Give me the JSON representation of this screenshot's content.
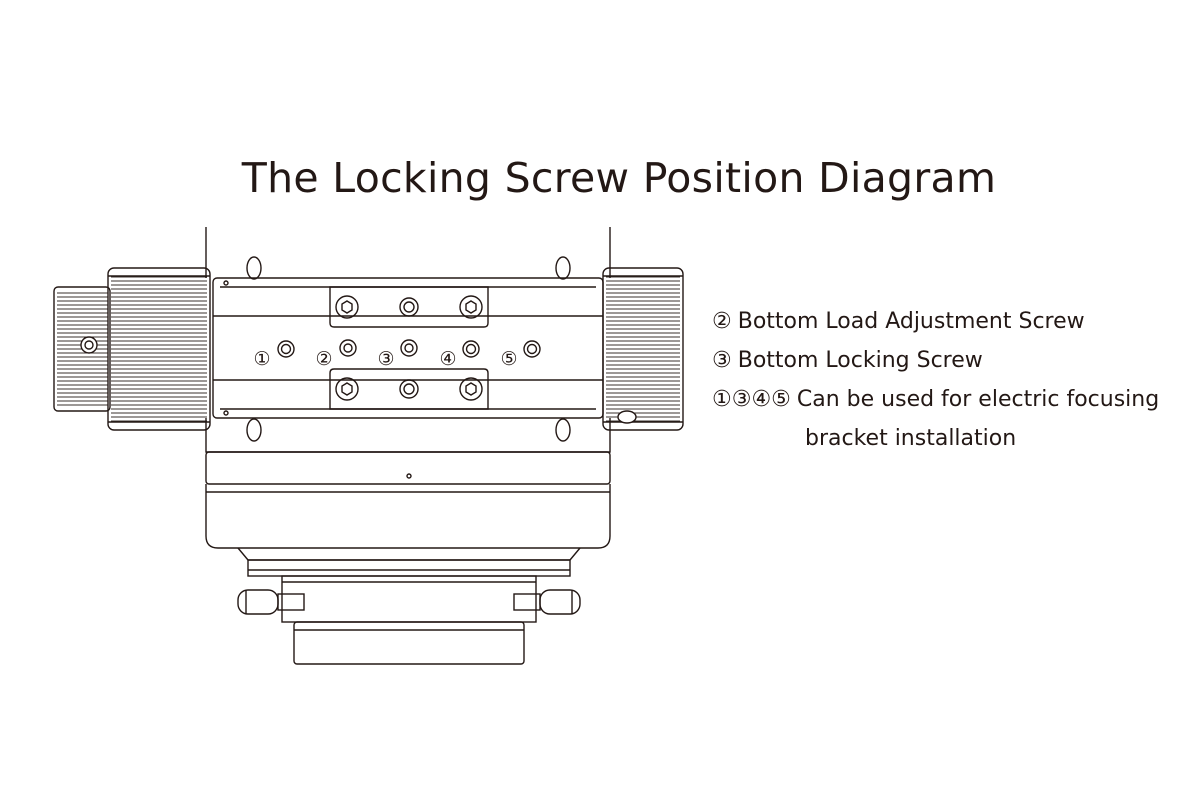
{
  "title": "The Locking Screw Position Diagram",
  "callouts": [
    "①",
    "②",
    "③",
    "④",
    "⑤"
  ],
  "legend": {
    "item2": {
      "mark": "②",
      "text": "Bottom Load Adjustment Screw"
    },
    "item3": {
      "mark": "③",
      "text": "Bottom Locking Screw"
    },
    "item_other": {
      "mark": "①③④⑤",
      "text": "Can be used for electric focusing",
      "continuation": "bracket installation"
    }
  },
  "colors": {
    "line": "#231815",
    "background": "#ffffff"
  }
}
